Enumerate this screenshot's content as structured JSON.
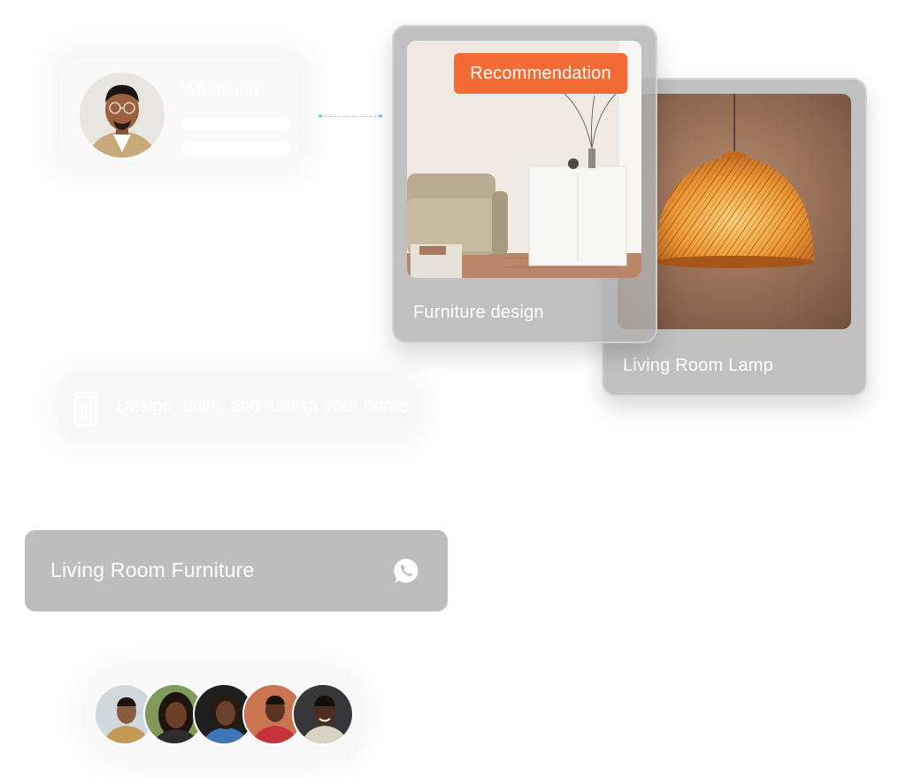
{
  "contact": {
    "name": "Whatsapp"
  },
  "cards": {
    "badge": "Recommendation",
    "furniture_caption": "Furniture design",
    "lamp_caption": "Living Room Lamp"
  },
  "tagline": {
    "text": "Design, build, and furnish your home",
    "icon": "building-icon"
  },
  "furniture_bar": {
    "label": "Living Room Furniture",
    "icon": "whatsapp-icon"
  },
  "avatars": [
    {
      "bg": "#cfd8dc",
      "skin": "#8a5a3c",
      "shirt": "#c29a55"
    },
    {
      "bg": "#7f9a5a",
      "skin": "#6d3f28",
      "shirt": "#2d2d2d"
    },
    {
      "bg": "#1f1f1f",
      "skin": "#6a412a",
      "shirt": "#3f76b8"
    },
    {
      "bg": "#c97552",
      "skin": "#5b3521",
      "shirt": "#c7333a"
    },
    {
      "bg": "#37373a",
      "skin": "#4d2e1c",
      "shirt": "#d9d2c5"
    }
  ],
  "colors": {
    "accent": "#f26b34",
    "card_gray": "#bdbdbd"
  }
}
